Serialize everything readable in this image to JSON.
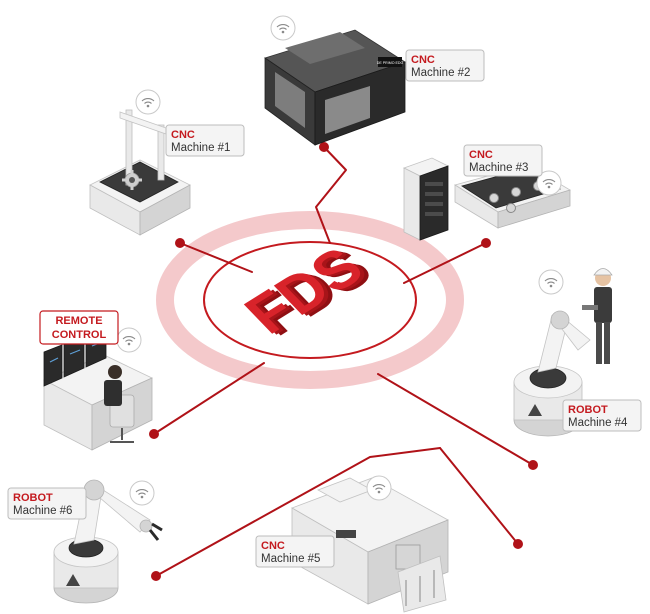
{
  "hub": {
    "logo_text": "FDS"
  },
  "colors": {
    "accent": "#c41a1f",
    "line": "#b01218",
    "ring_outer": "#f4c9cb",
    "ring_inner": "#c41a1f"
  },
  "remote_control": {
    "line1": "REMOTE",
    "line2": "CONTROL"
  },
  "machines": [
    {
      "type": "CNC",
      "name": "Machine #1"
    },
    {
      "type": "CNC",
      "name": "Machine #2"
    },
    {
      "type": "CNC",
      "name": "Machine #3"
    },
    {
      "type": "ROBOT",
      "name": "Machine #4"
    },
    {
      "type": "CNC",
      "name": "Machine #5"
    },
    {
      "type": "ROBOT",
      "name": "Machine #6"
    }
  ],
  "screen_label": "DE PRIMO EDG",
  "icons": [
    "wifi-icon",
    "gear-icon",
    "warning-icon"
  ]
}
